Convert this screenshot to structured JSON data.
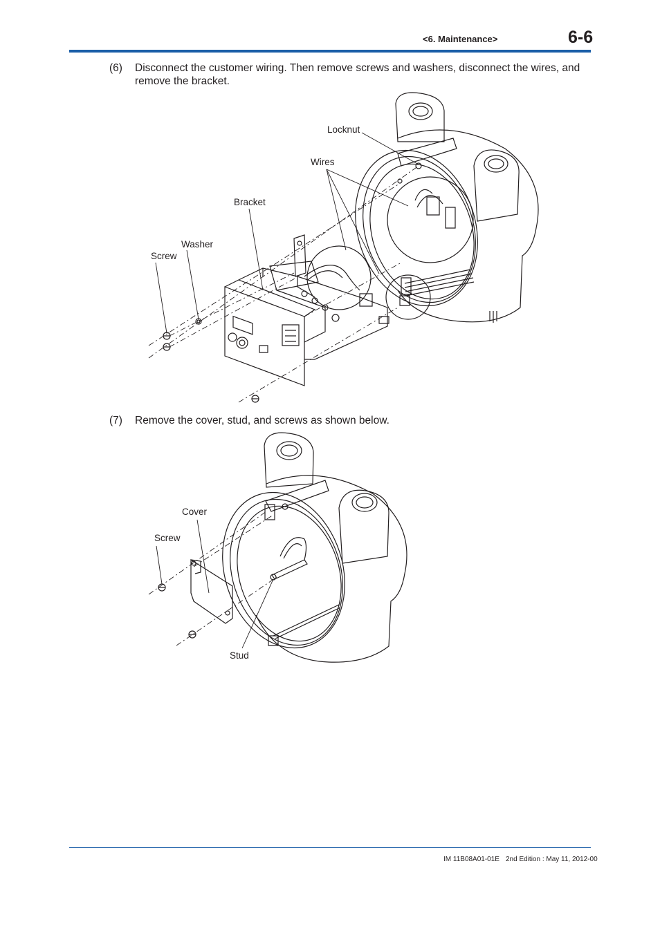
{
  "header": {
    "section": "<6.  Maintenance>",
    "page_number": "6-6"
  },
  "steps": [
    {
      "number": "(6)",
      "text": "Disconnect the customer wiring. Then remove screws and washers, disconnect the wires, and remove the bracket."
    },
    {
      "number": "(7)",
      "text": "Remove the cover, stud, and screws as shown below."
    }
  ],
  "figure1": {
    "labels": {
      "locknut": "Locknut",
      "wires": "Wires",
      "bracket": "Bracket",
      "washer": "Washer",
      "screw": "Screw"
    }
  },
  "figure2": {
    "labels": {
      "cover": "Cover",
      "screw": "Screw",
      "stud": "Stud"
    }
  },
  "footer": {
    "document_number": "IM 11B08A01-01E",
    "edition": "2nd Edition : May 11, 2012-00"
  }
}
